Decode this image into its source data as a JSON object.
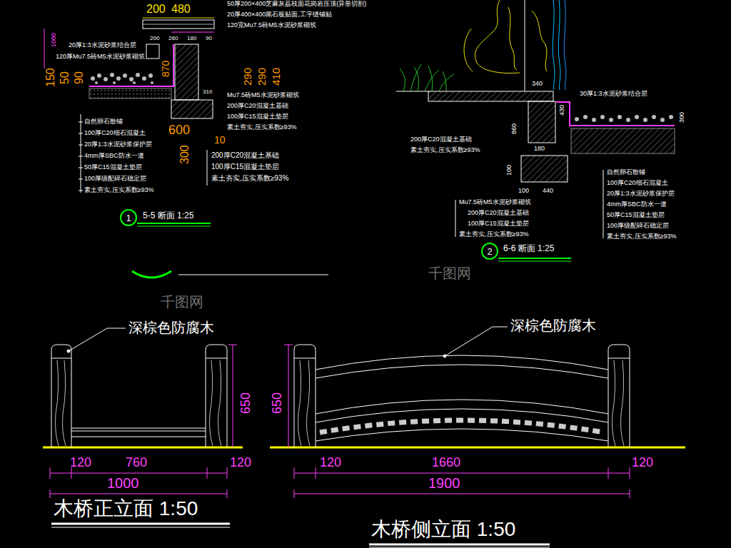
{
  "diagram": {
    "nodes": [
      {
        "text": [
          "1"
        ]
      },
      {
        "text": [
          "2"
        ]
      }
    ],
    "labels": [
      "200",
      "480",
      "50厚200×400芝麻灰荔枝面花岗岩压顶(异形切割)",
      "20厚400×400黑石板贴面,工字缝铺贴",
      "120宽Mu7.5砖M5水泥砂浆砌筑",
      "1000",
      "20厚1:3水泥砂浆结合层",
      "120厚Mu7.5砖M5水泥砂浆砌筑",
      "150",
      "50",
      "90",
      "870",
      "200",
      "260",
      "180",
      "90",
      "290",
      "290",
      "410",
      "310",
      "Mu7.5砖M5水泥砂浆砌筑",
      "200厚C20混凝土基础",
      "100厚C15混凝土垫层",
      "素土夯实,压实系数≥93%",
      "600",
      "10",
      "自然卵石散铺",
      "100厚C20细石混凝土",
      "20厚1:3水泥砂浆保护层",
      "4mm厚SBC防水一道",
      "50厚C15混凝土垫层",
      "100厚级配碎石稳定层",
      "素土夯实,压实系数≥93%",
      "300",
      "200厚C20混凝土基础",
      "100厚C15混凝土垫层",
      "素土夯实,压实系数≥93%",
      "5-5 断面 1:25",
      "340",
      "30厚1:3水泥砂浆结合层",
      "430",
      "300",
      "860",
      "180",
      "200厚C20混凝土基础",
      "素土夯实,压实系数≥93%",
      "100",
      "100",
      "440",
      "Mu7.5砖M5水泥砂浆砌筑",
      "200厚C20混凝土基础",
      "100厚C15混凝土垫层",
      "素土夯实,压实系数≥93%",
      "自然卵石散铺",
      "100厚C20细石混凝土",
      "20厚1:3水泥砂浆保护层",
      "4mm厚SBC防水一道",
      "50厚C15混凝土垫层",
      "100厚级配碎石稳定层",
      "素土夯实,压实系数≥93%",
      "6-6 断面 1:25",
      "深棕色防腐木",
      "650",
      "120",
      "760",
      "120",
      "1000",
      "木桥正立面 1:50",
      "深棕色防腐木",
      "650",
      "120",
      "1660",
      "120",
      "1900",
      "木桥侧立面 1:50",
      "千图网",
      "千图网"
    ]
  }
}
